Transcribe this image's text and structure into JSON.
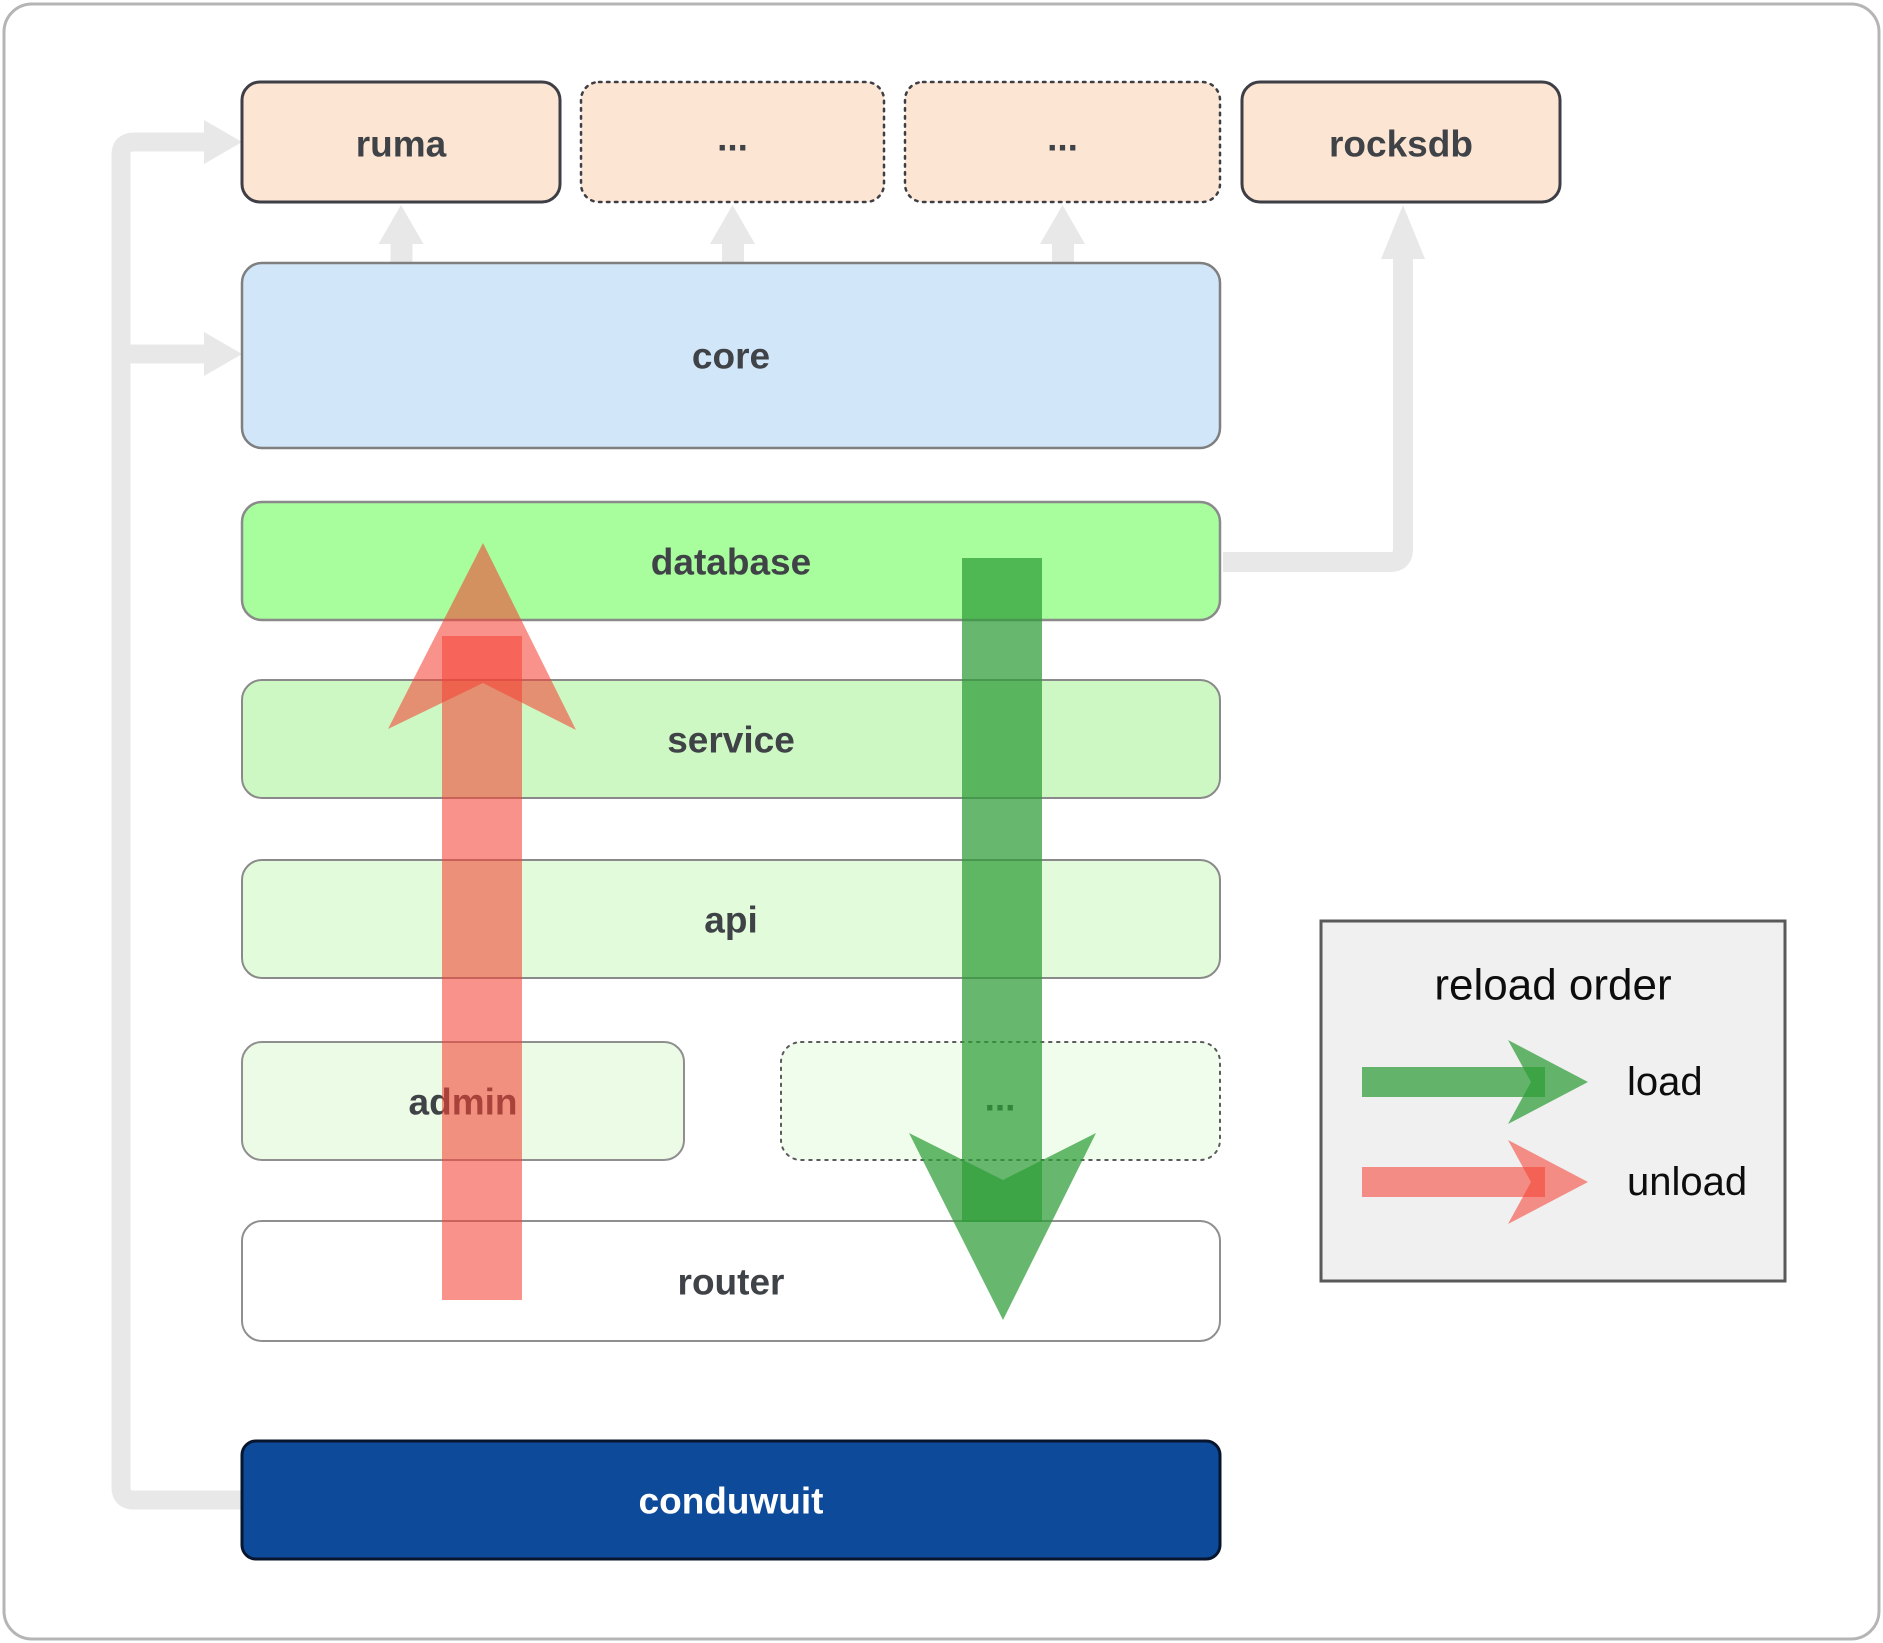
{
  "diagram": {
    "top_row": [
      {
        "id": "ruma",
        "label": "ruma",
        "fill": "#fce5d3",
        "border": "solid"
      },
      {
        "id": "crate-more-1",
        "label": "...",
        "fill": "#fce5d3",
        "border": "dotted"
      },
      {
        "id": "crate-more-2",
        "label": "...",
        "fill": "#fce5d3",
        "border": "dotted"
      },
      {
        "id": "rocksdb",
        "label": "rocksdb",
        "fill": "#fce5d3",
        "border": "solid"
      }
    ],
    "layers": [
      {
        "id": "core",
        "label": "core",
        "fill": "#d2e6fa"
      },
      {
        "id": "database",
        "label": "database",
        "fill": "#a8fd9c"
      },
      {
        "id": "service",
        "label": "service",
        "fill": "#cdf8c3"
      },
      {
        "id": "api",
        "label": "api",
        "fill": "#e2fbda"
      }
    ],
    "admin_row": [
      {
        "id": "admin",
        "label": "admin",
        "fill": "#ecfbe5",
        "border": "solid"
      },
      {
        "id": "admin-more",
        "label": "...",
        "fill": "#f0fdec",
        "border": "dotted"
      }
    ],
    "router": {
      "id": "router",
      "label": "router",
      "fill": "#ffffff"
    },
    "root": {
      "id": "conduwuit",
      "label": "conduwuit",
      "fill": "#0d4a9a",
      "text_color": "#ffffff"
    },
    "connector_color": "#e8e8e8",
    "arrows": {
      "load_color": "#2e9e38",
      "unload_color": "#f44336"
    }
  },
  "legend": {
    "title": "reload order",
    "box_fill": "#f0f0f0",
    "items": [
      {
        "label": "load"
      },
      {
        "label": "unload"
      }
    ]
  }
}
